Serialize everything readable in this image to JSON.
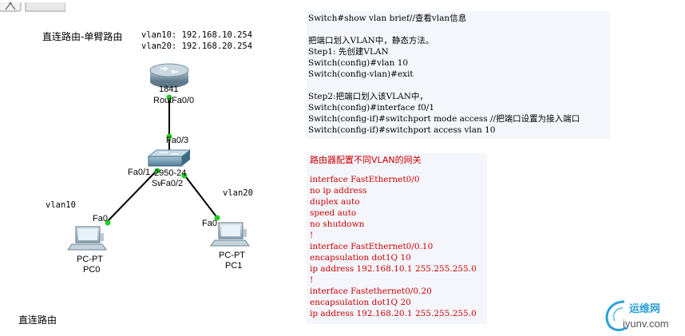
{
  "colors": {
    "link": "#000000",
    "port_dot": "#22cc22",
    "config_red": "#cc0000",
    "panel_bg": "#f4f6fb",
    "watermark_blue": "#2a9fd8"
  },
  "topology": {
    "title_top": "直连路由-单臂路由",
    "title_bottom": "直连路由",
    "router": {
      "model": "1841",
      "name": "Router0",
      "vlan10_ip": "vlan10: 192.168.10.254",
      "vlan20_ip": "vlan20: 192.168.20.254",
      "port_fa00": "Fa0/0"
    },
    "switch": {
      "model": "2950-24",
      "name": "Switch0",
      "port_fa03": "Fa0/3",
      "port_fa01": "Fa0/1",
      "port_fa02": "Fa0/2"
    },
    "pc0": {
      "type": "PC-PT",
      "name": "PC0",
      "port": "Fa0",
      "vlan": "vlan10"
    },
    "pc1": {
      "type": "PC-PT",
      "name": "PC1",
      "port": "Fa0",
      "vlan": "vlan20"
    },
    "icons": [
      "router-icon",
      "switch-icon",
      "pc-icon"
    ]
  },
  "switch_config": {
    "lines": [
      "Switch#show vlan brief//查看vlan信息",
      "",
      "把端口划入VLAN中，静态方法。",
      "Step1: 先创建VLAN",
      "Switch(config)#vlan 10",
      "Switch(config-vlan)#exit",
      "",
      "Step2:把端口划入该VLAN中，",
      "Switch(config)#interface f0/1",
      "Switch(config-if)#switchport mode access //把端口设置为接入端口",
      "Switch(config-if)#switchport access vlan 10"
    ]
  },
  "router_config": {
    "heading": "路由器配置不同VLAN的网关",
    "lines": [
      "interface FastEthernet0/0",
      "no ip address",
      "duplex auto",
      "speed auto",
      "no shutdown",
      "!",
      "interface FastEthernet0/0.10",
      "encapsulation dot1Q 10",
      "ip address 192.168.10.1 255.255.255.0",
      "!",
      "interface Fastethernet0/0.20",
      "encapsulation dot1Q 20",
      "ip address 192.168.20.1 255.255.255.0"
    ]
  },
  "watermark": {
    "text_cn": "运维网",
    "text_url": "iyunv.com"
  }
}
